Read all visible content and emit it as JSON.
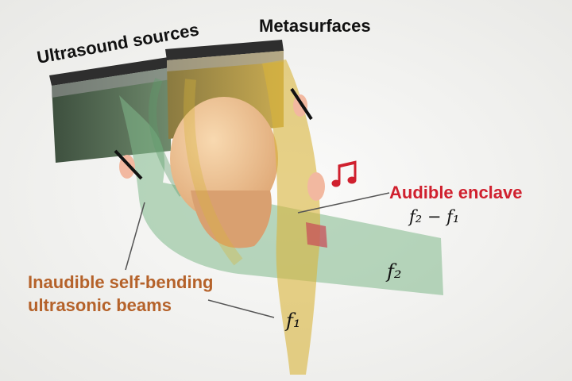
{
  "labels": {
    "ultrasound_sources": "Ultrasound sources",
    "metasurfaces": "Metasurfaces",
    "audible_enclave": "Audible enclave",
    "enclave_formula": "f₂ − f₁",
    "inaudible_line1": "Inaudible self-bending",
    "inaudible_line2": "ultrasonic beams",
    "f1": "f₁",
    "f2": "f₂"
  },
  "colors": {
    "audible_red": "#d0202e",
    "inaudible_brown": "#b5622a",
    "green_beam": "#7fb88a",
    "yellow_beam": "#d8b43a",
    "head": "#f0c79a"
  }
}
